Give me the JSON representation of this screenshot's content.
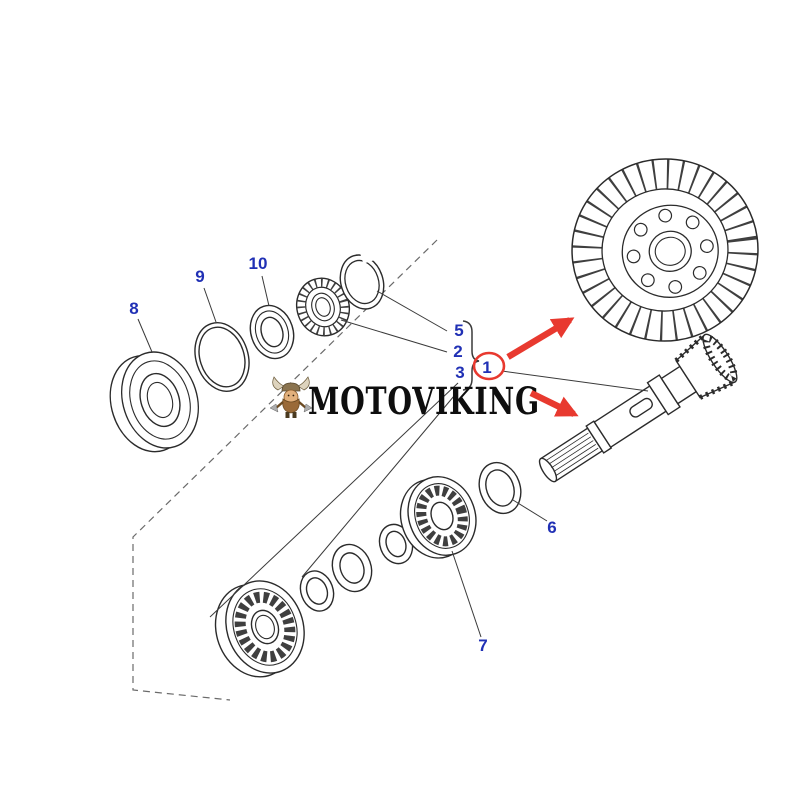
{
  "colors": {
    "accent_red": "#e8392f",
    "callout_blue": "#2030b5",
    "line_dark": "#2b2b2b"
  },
  "watermark": {
    "text": "MOTOVIKING"
  },
  "diagram": {
    "callouts": [
      {
        "id": "1",
        "highlighted": true
      },
      {
        "id": "2"
      },
      {
        "id": "3"
      },
      {
        "id": "5"
      },
      {
        "id": "6"
      },
      {
        "id": "7"
      },
      {
        "id": "8"
      },
      {
        "id": "9"
      },
      {
        "id": "10"
      }
    ]
  }
}
